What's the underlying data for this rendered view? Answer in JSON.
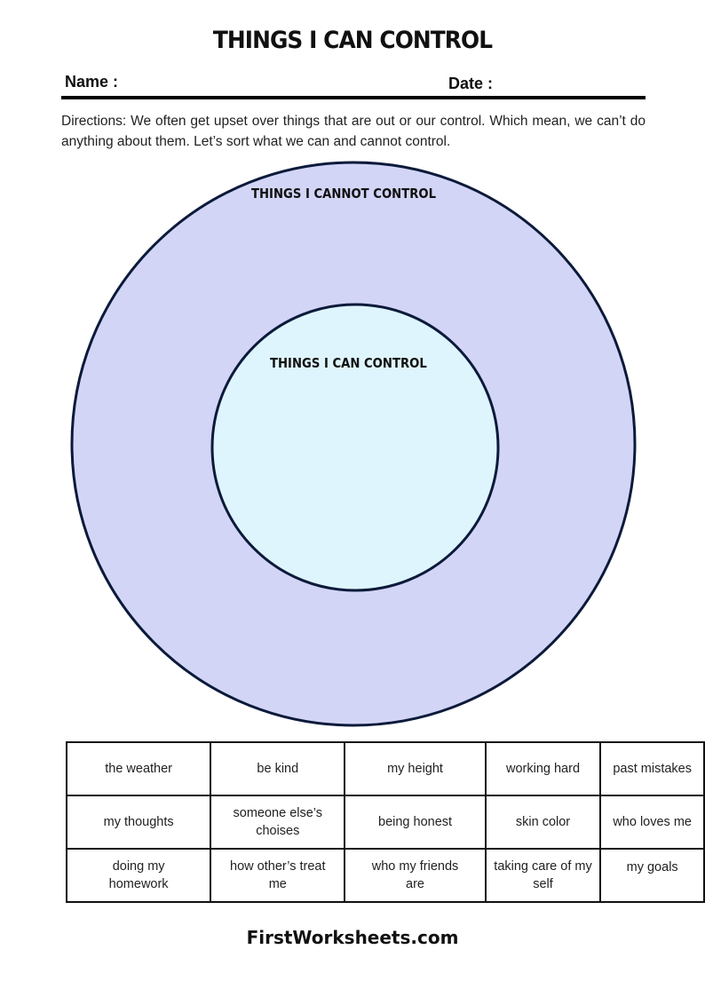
{
  "title": "THINGS I CAN CONTROL",
  "name_label": "Name :",
  "date_label": "Date :",
  "directions": "Directions: We often get upset over things that are out or our control. Which mean, we can’t do anything about them. Let’s sort what we can and cannot control.",
  "diagram": {
    "outer_label": "THINGS I CANNOT CONTROL",
    "inner_label": "THINGS I CAN CONTROL",
    "outer_color": "#d3d5f7",
    "inner_color": "#dff5fd",
    "stroke_color": "#0b1a3a"
  },
  "cards": [
    [
      "the weather",
      "be kind",
      "my height",
      "working hard",
      "past mistakes"
    ],
    [
      "my thoughts",
      "someone else’s choises",
      "being honest",
      "skin color",
      "who loves me"
    ],
    [
      "doing my homework",
      "how other’s treat me",
      "who my friends are",
      "taking care of my self",
      "my goals"
    ]
  ],
  "footer": "FirstWorksheets.com"
}
